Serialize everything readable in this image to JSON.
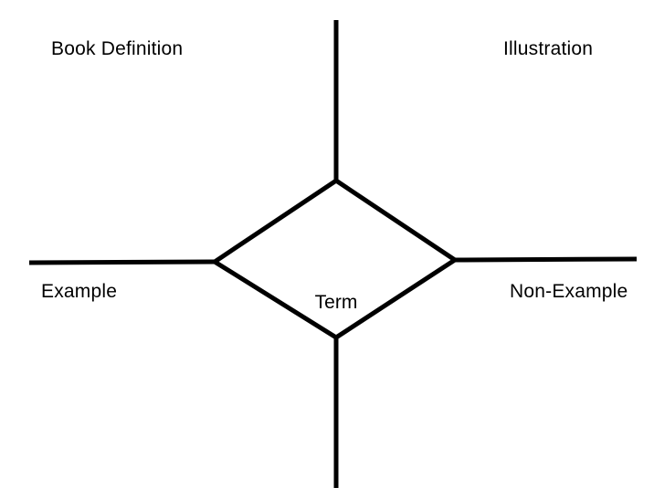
{
  "diagram": {
    "type": "frayer-model",
    "background_color": "#ffffff",
    "line_color": "#000000",
    "text_color": "#000000",
    "center": {
      "shape": "diamond",
      "label": "Term"
    },
    "quadrants": [
      {
        "position": "top-left",
        "label": "Book Definition"
      },
      {
        "position": "top-right",
        "label": "Illustration"
      },
      {
        "position": "bottom-left",
        "label": "Example"
      },
      {
        "position": "bottom-right",
        "label": "Non-Example"
      }
    ]
  }
}
